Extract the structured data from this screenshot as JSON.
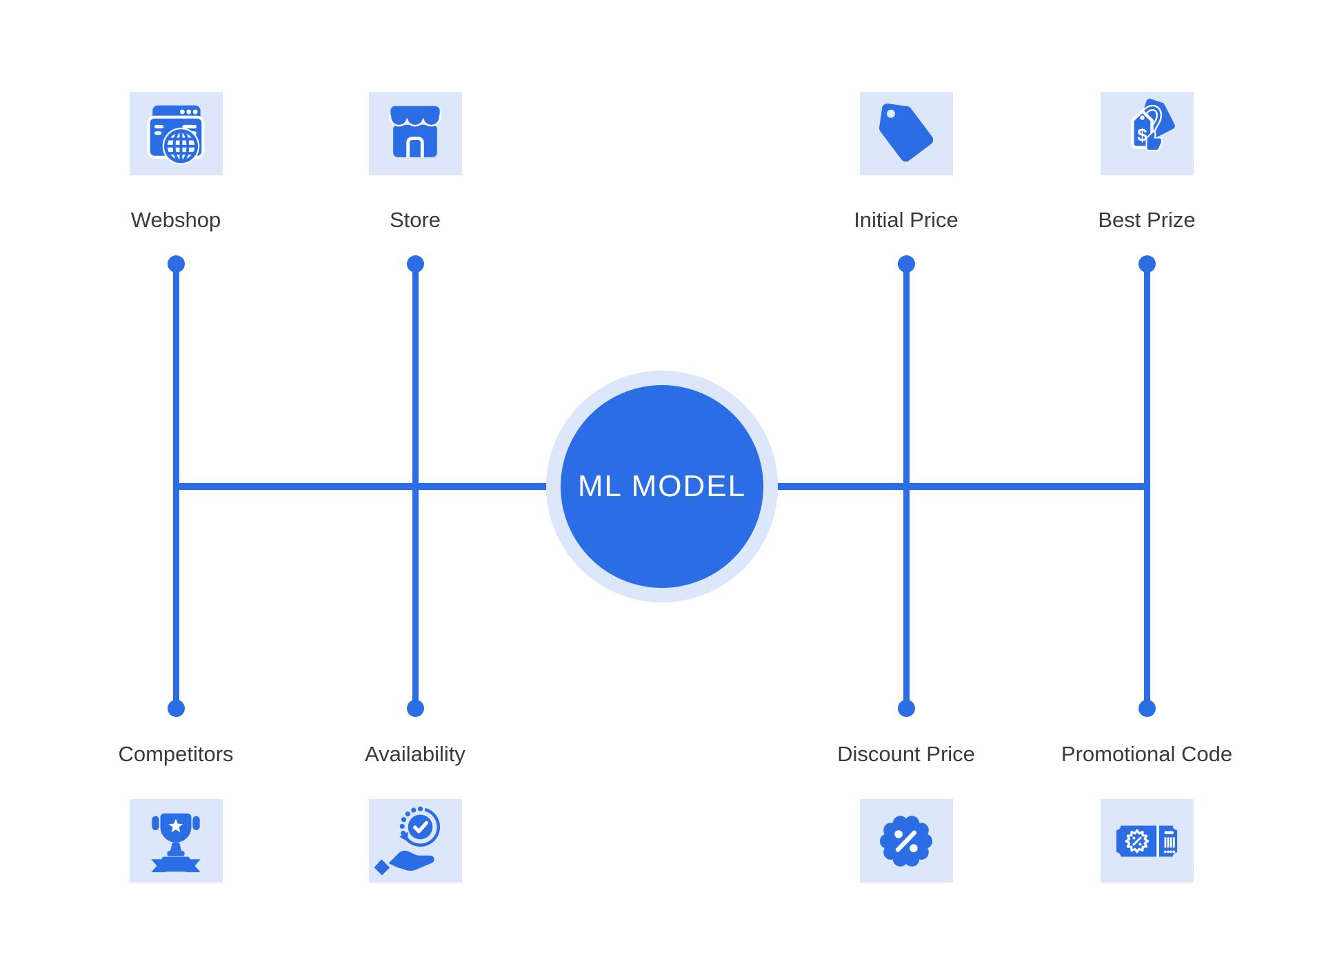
{
  "center": {
    "label": "ML MODEL"
  },
  "nodes": {
    "top": [
      {
        "label": "Webshop",
        "icon": "webshop-icon"
      },
      {
        "label": "Store",
        "icon": "store-icon"
      },
      {
        "label": "Initial Price",
        "icon": "price-tag-icon"
      },
      {
        "label": "Best Prize",
        "icon": "best-prize-icon"
      }
    ],
    "bottom": [
      {
        "label": "Competitors",
        "icon": "trophy-icon"
      },
      {
        "label": "Availability",
        "icon": "availability-icon"
      },
      {
        "label": "Discount Price",
        "icon": "discount-badge-icon"
      },
      {
        "label": "Promotional Code",
        "icon": "coupon-icon"
      }
    ]
  },
  "colors": {
    "primary": "#2b6de4",
    "icon_tile": "#dce7fb",
    "label_text": "#3a3a3c",
    "center_text": "#ffffff",
    "background": "#ffffff"
  }
}
